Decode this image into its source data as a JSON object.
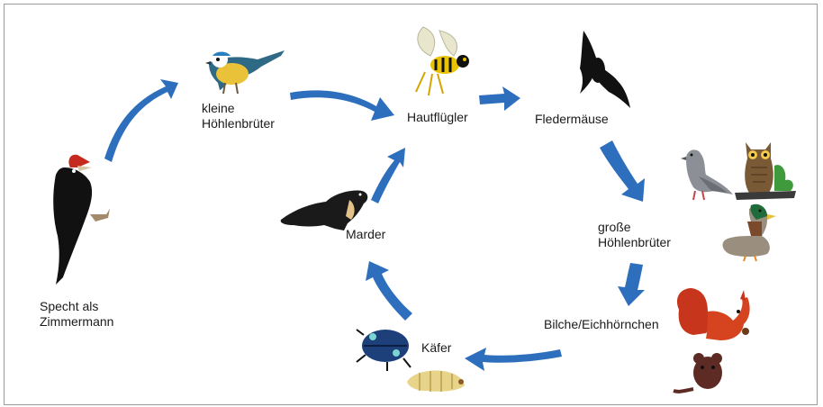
{
  "nodes": {
    "specht": {
      "label_line1": "Specht als",
      "label_line2": "Zimmermann",
      "icon": "black-woodpecker"
    },
    "kleine": {
      "label_line1": "kleine",
      "label_line2": "Höhlenbrüter",
      "icon": "blue-tit"
    },
    "hautfluegler": {
      "label_line1": "Hautflügler",
      "icon": "wasp"
    },
    "fledermaeuse": {
      "label_line1": "Fledermäuse",
      "icon": "bat"
    },
    "grosse": {
      "label_line1": "große",
      "label_line2": "Höhlenbrüter",
      "icons": [
        "pigeon",
        "owl",
        "mallard-duck"
      ]
    },
    "bilche": {
      "label_line1": "Bilche/Eichhörnchen",
      "icons": [
        "red-squirrel",
        "dormouse"
      ]
    },
    "kaefer": {
      "label_line1": "Käfer",
      "icons": [
        "beetle",
        "larva"
      ]
    },
    "marder": {
      "label_line1": "Marder",
      "icon": "marten"
    }
  },
  "colors": {
    "arrow": "#2e6fbd",
    "frame": "#9a9a9a"
  }
}
